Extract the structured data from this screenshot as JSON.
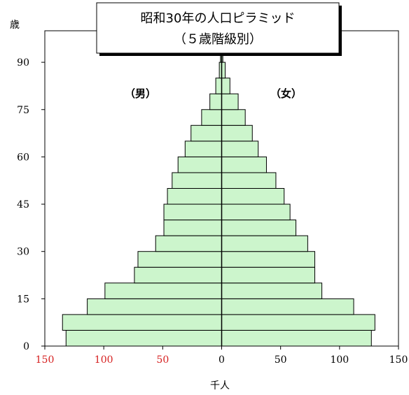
{
  "chart_data": {
    "type": "bar",
    "title": "昭和30年の人口ピラミッド",
    "subtitle": "（５歳階級別）",
    "y_unit_label": "歳",
    "xlabel": "千人",
    "male_label": "（男）",
    "female_label": "（女）",
    "xlim": [
      -150,
      150
    ],
    "ylim": [
      0,
      100
    ],
    "x_ticks": [
      {
        "value": -150,
        "label": "150",
        "color": "#d62020"
      },
      {
        "value": -100,
        "label": "100",
        "color": "#d62020"
      },
      {
        "value": -50,
        "label": "50",
        "color": "#d62020"
      },
      {
        "value": 0,
        "label": "0",
        "color": "#000000"
      },
      {
        "value": 50,
        "label": "50",
        "color": "#000000"
      },
      {
        "value": 100,
        "label": "100",
        "color": "#000000"
      },
      {
        "value": 150,
        "label": "150",
        "color": "#000000"
      }
    ],
    "y_ticks": [
      0,
      15,
      30,
      45,
      60,
      75,
      90
    ],
    "age_groups": [
      "0-4",
      "5-9",
      "10-14",
      "15-19",
      "20-24",
      "25-29",
      "30-34",
      "35-39",
      "40-44",
      "45-49",
      "50-54",
      "55-59",
      "60-64",
      "65-69",
      "70-74",
      "75-79",
      "80-84",
      "85-89",
      "90-94",
      "95-99"
    ],
    "series": [
      {
        "name": "男",
        "values": [
          132,
          135,
          114,
          99,
          74,
          71,
          56,
          49,
          49,
          46,
          42,
          37,
          31,
          26,
          17,
          10,
          5,
          2,
          1,
          0.5
        ]
      },
      {
        "name": "女",
        "values": [
          127,
          130,
          112,
          85,
          79,
          79,
          73,
          63,
          58,
          53,
          46,
          38,
          31,
          26,
          20,
          14,
          7,
          3,
          1,
          0.5
        ]
      }
    ],
    "bar_color": "#ccf5cc",
    "grid": false,
    "legend": "none"
  }
}
